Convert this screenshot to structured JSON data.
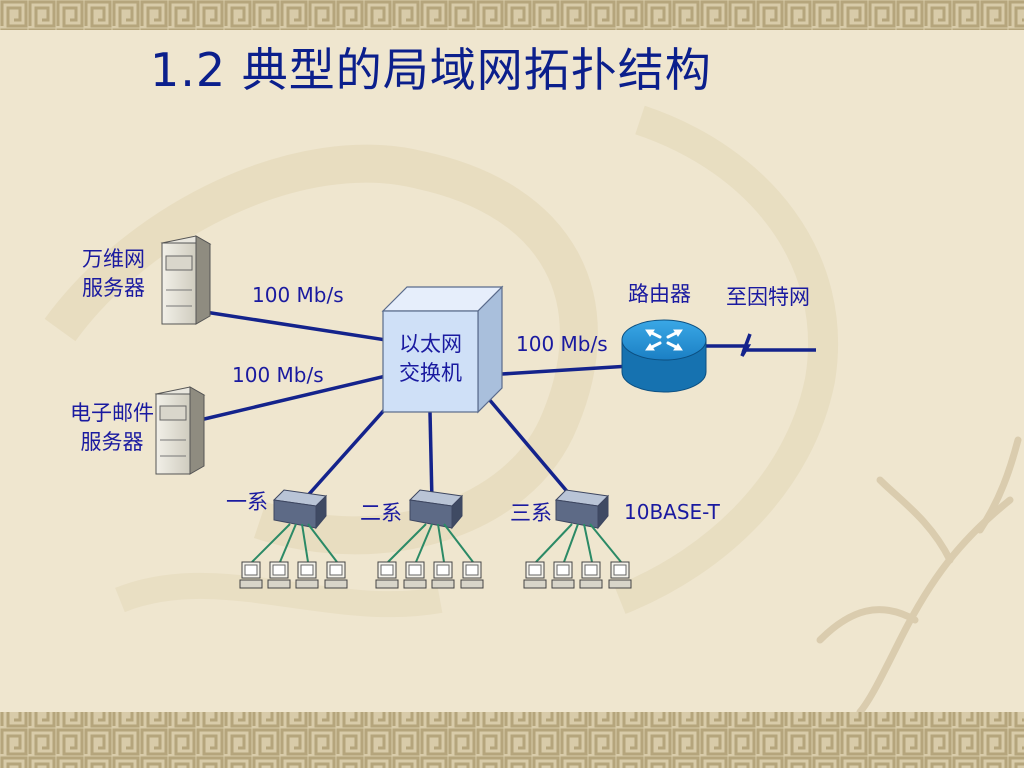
{
  "title": "1.2 典型的局域网拓扑结构",
  "nodes": {
    "web_server": {
      "line1": "万维网",
      "line2": "服务器"
    },
    "mail_server": {
      "line1": "电子邮件",
      "line2": "服务器"
    },
    "switch": {
      "line1": "以太网",
      "line2": "交换机"
    },
    "router": {
      "label": "路由器"
    },
    "internet": {
      "label": "至因特网"
    },
    "hub1": {
      "label": "一系"
    },
    "hub2": {
      "label": "二系"
    },
    "hub3": {
      "label": "三系"
    }
  },
  "links": {
    "web_switch": "100 Mb/s",
    "mail_switch": "100 Mb/s",
    "switch_router": "100 Mb/s",
    "hub_type": "10BASE-T"
  },
  "colors": {
    "link": "#14238c",
    "text": "#1a1aa0",
    "title": "#0b1f8c",
    "switch_face": "#cfe0f7",
    "router": "#1d8fd6",
    "hub_wire": "#2b8a66"
  }
}
